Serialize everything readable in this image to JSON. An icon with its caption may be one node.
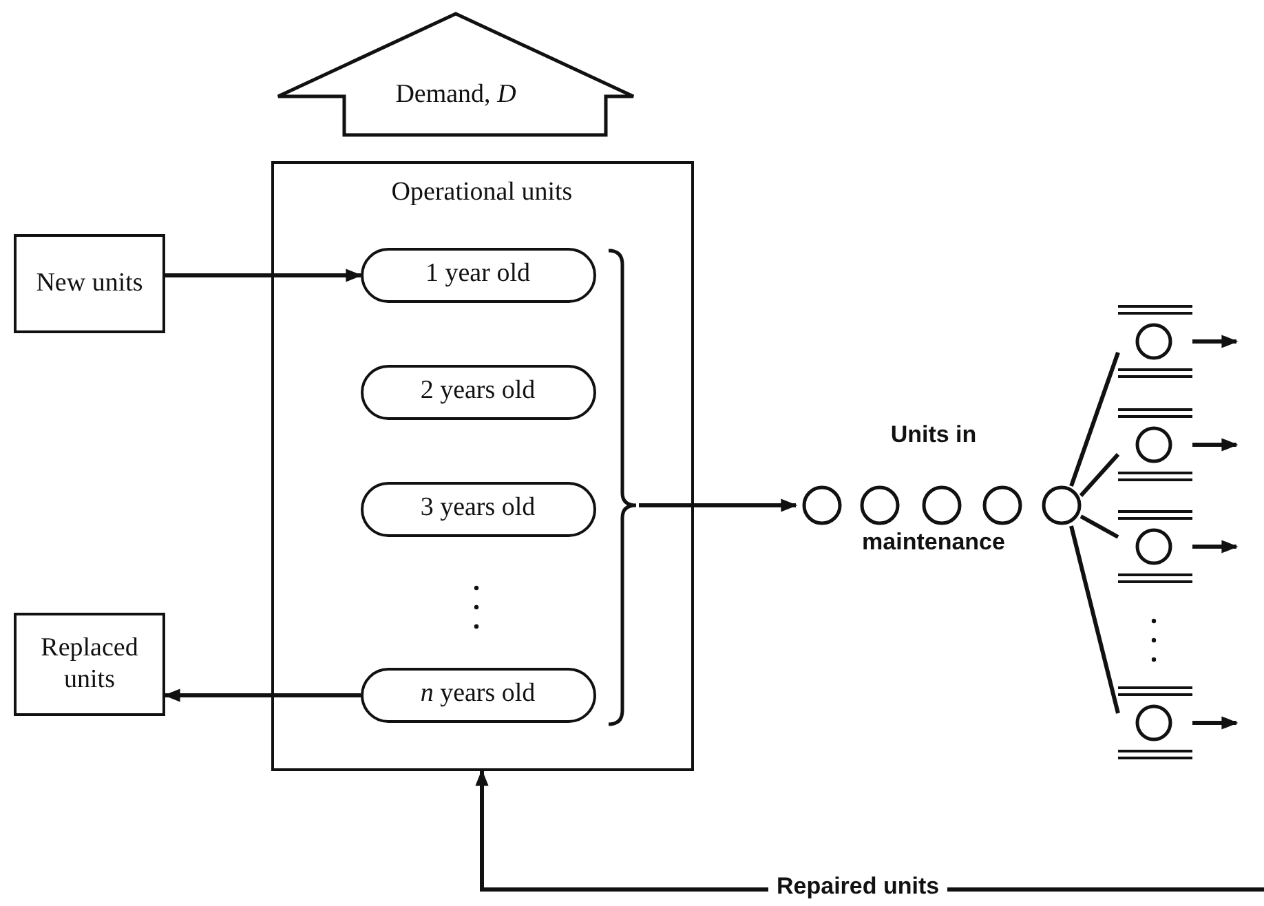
{
  "diagram": {
    "nodes": [
      {
        "text": [
          "Demand, *D*"
        ]
      },
      {
        "text": [
          "New units"
        ]
      },
      {
        "text": [
          "Operational units"
        ]
      },
      {
        "text": [
          "1 year old"
        ],
        "in": 2
      },
      {
        "text": [
          "2 years old"
        ],
        "in": 2
      },
      {
        "text": [
          "3 years old"
        ],
        "in": 2
      },
      {
        "text": [
          "*n* years old"
        ],
        "in": 2
      },
      {
        "text": [
          "Replaced units"
        ]
      },
      {
        "text": [
          "Units in",
          "maintenance"
        ]
      },
      {
        "text": [],
        "shape": "circle"
      },
      {
        "text": [],
        "shape": "circle"
      },
      {
        "text": [],
        "shape": "circle"
      },
      {
        "text": [],
        "shape": "circle"
      },
      {
        "text": [],
        "shape": "bracket",
        "in": 2
      }
    ],
    "edges": [
      {
        "from": 1,
        "to": 3,
        "arrow": "to"
      },
      {
        "from": 6,
        "to": 7,
        "arrow": "to"
      },
      {
        "from": 13,
        "to": 8,
        "arrow": "to"
      },
      {
        "from": 8,
        "to": 9,
        "arrow": "none"
      },
      {
        "from": 8,
        "to": 10,
        "arrow": "none"
      },
      {
        "from": 8,
        "to": 11,
        "arrow": "none"
      },
      {
        "from": 8,
        "to": 12,
        "arrow": "none"
      },
      {
        "from": 9,
        "to": null,
        "arrow": "to"
      },
      {
        "from": 10,
        "to": null,
        "arrow": "to"
      },
      {
        "from": 11,
        "to": null,
        "arrow": "to"
      },
      {
        "from": 12,
        "to": null,
        "arrow": "to"
      },
      {
        "from": null,
        "to": 2,
        "arrow": "to",
        "label": "Repaired units"
      }
    ]
  }
}
